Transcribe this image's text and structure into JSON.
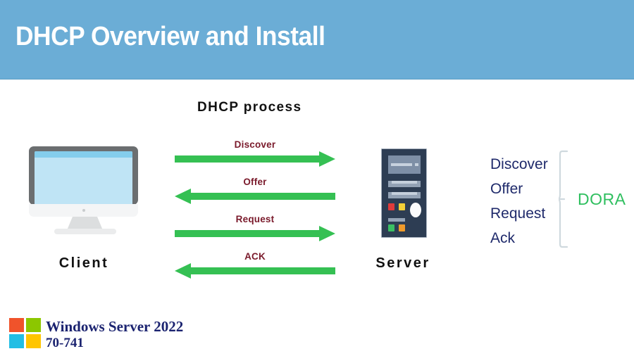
{
  "header": {
    "title": "DHCP Overview and Install",
    "background_color": "#6BADD6"
  },
  "diagram": {
    "heading": "DHCP process",
    "client_label": "Client",
    "server_label": "Server",
    "arrow_color": "#35C053",
    "label_color": "#7A1A2B",
    "messages": [
      {
        "label": "Discover",
        "direction": "right"
      },
      {
        "label": "Offer",
        "direction": "left"
      },
      {
        "label": "Request",
        "direction": "right"
      },
      {
        "label": "ACK",
        "direction": "left"
      }
    ]
  },
  "dora": {
    "items": [
      "Discover",
      "Offer",
      "Request",
      "Ack"
    ],
    "acronym": "DORA",
    "acronym_color": "#2FBF5F",
    "text_color": "#1F2A6B"
  },
  "footer": {
    "product": "Windows Server 2022",
    "exam_code": "70-741",
    "logo_colors": {
      "top_left": "#F0532B",
      "top_right": "#8CC700",
      "bottom_left": "#23BEE4",
      "bottom_right": "#FFC500"
    }
  }
}
